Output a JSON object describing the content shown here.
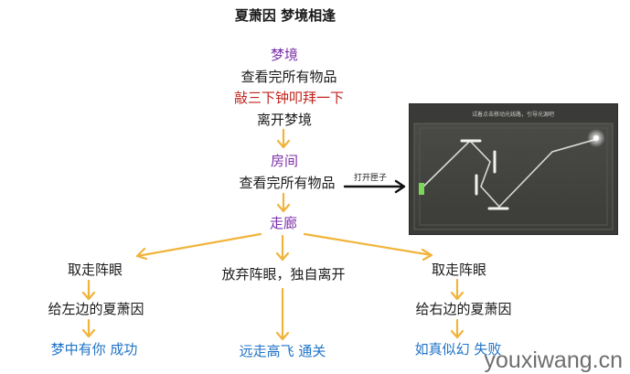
{
  "title": "夏萧因 梦境相逢",
  "flow": {
    "section_dream": "梦境",
    "dream_step1": "查看完所有物品",
    "dream_step2": "敲三下钟叩拜一下",
    "dream_step3": "离开梦境",
    "section_room": "房间",
    "room_step1": "查看完所有物品",
    "open_box_label": "打开匣子",
    "section_corridor": "走廊",
    "branches": [
      {
        "step1": "取走阵眼",
        "step2": "给左边的夏萧因",
        "ending": "梦中有你 成功"
      },
      {
        "step1": "放弃阵眼，独自离开",
        "ending": "远走高飞 通关"
      },
      {
        "step1": "取走阵眼",
        "step2": "给右边的夏萧因",
        "ending": "如真似幻 失败"
      }
    ]
  },
  "puzzle_screenshot": {
    "hint_text": "试着点击移动光线路，引导光源吧"
  },
  "watermark": "youxiwang.cn",
  "colors": {
    "arrow": "#f0b43c",
    "purple": "#7b2fa8",
    "red": "#c0231c",
    "blue": "#1f73c7"
  }
}
